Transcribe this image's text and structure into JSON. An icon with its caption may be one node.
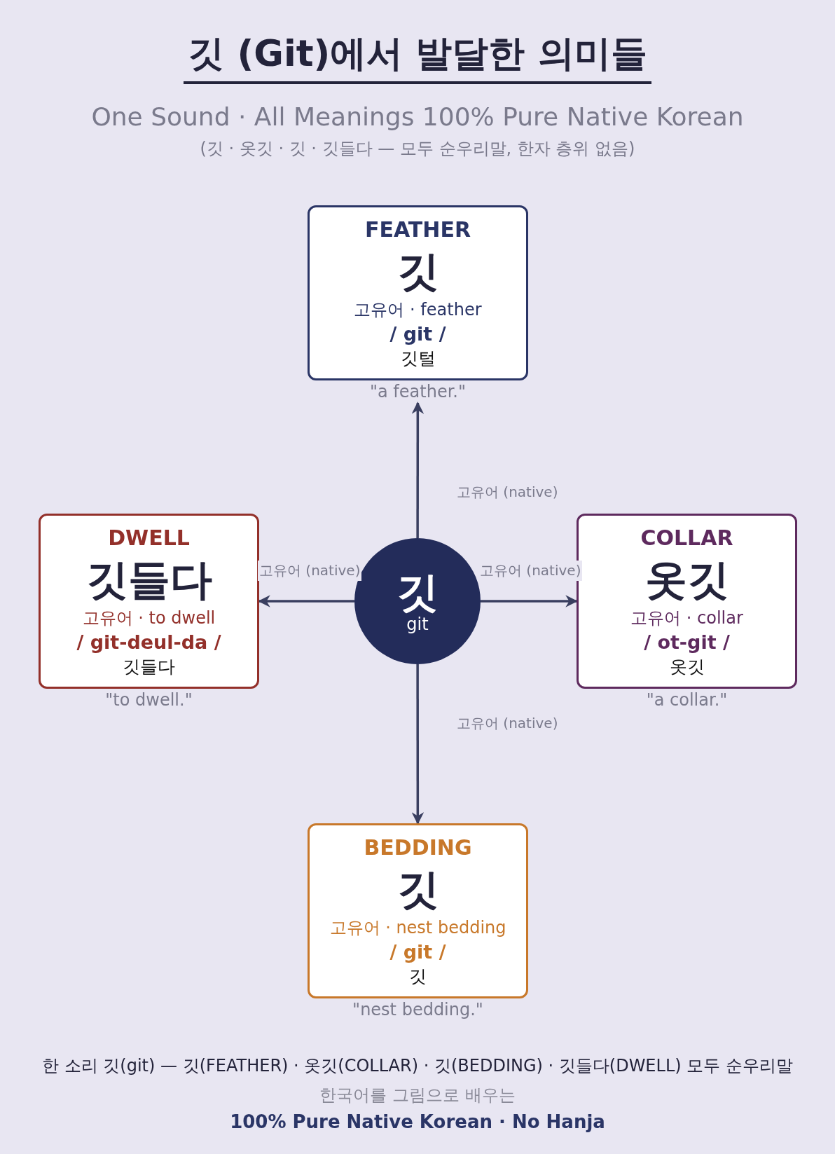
{
  "diagram": {
    "title": "깃 (Git)에서 발달한 의미들",
    "nodes": [
      {
        "text": [
          "깃",
          "git"
        ]
      },
      {
        "text": [
          "FEATHER",
          "깃",
          "고유어 · feather",
          "/ git /",
          "깃털"
        ],
        "beside": [
          "\"a feather.\""
        ]
      },
      {
        "text": [
          "DWELL",
          "깃들다",
          "고유어 · to dwell",
          "/ git-deul-da /",
          "깃들다"
        ],
        "beside": [
          "\"to dwell.\""
        ]
      },
      {
        "text": [
          "COLLAR",
          "옷깃",
          "고유어 · collar",
          "/ ot-git /",
          "옷깃"
        ],
        "beside": [
          "\"a collar.\""
        ]
      },
      {
        "text": [
          "BEDDING",
          "깃",
          "고유어 · nest bedding",
          "/ git /",
          "깃"
        ],
        "beside": [
          "\"nest bedding.\""
        ]
      }
    ],
    "edges": [
      {
        "from": 0,
        "to": 1,
        "arrow": "to",
        "label": "고유어 (native)"
      },
      {
        "from": 0,
        "to": 2,
        "arrow": "to",
        "label": "고유어 (native)"
      },
      {
        "from": 0,
        "to": 3,
        "arrow": "to",
        "label": "고유어 (native)"
      },
      {
        "from": 0,
        "to": 4,
        "arrow": "to",
        "label": "고유어 (native)"
      }
    ],
    "labels": [
      "One Sound · All Meanings 100% Pure Native Korean",
      "(깃 · 옷깃 · 깃 · 깃들다 — 모두 순우리말, 한자 층위 없음)",
      "한 소리 깃(git) — 깃(FEATHER) · 옷깃(COLLAR) · 깃(BEDDING) · 깃들다(DWELL) 모두 순우리말",
      "한국어를 그림으로 배우는",
      "100% Pure Native Korean · No Hanja"
    ]
  }
}
